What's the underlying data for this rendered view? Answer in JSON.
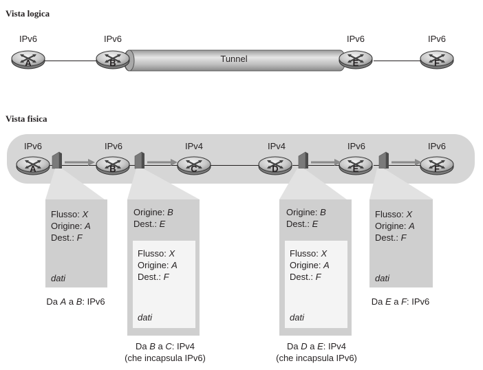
{
  "logical": {
    "title": "Vista logica",
    "tunnel_label": "Tunnel",
    "nodes": [
      {
        "id": "A",
        "proto": "IPv6"
      },
      {
        "id": "B",
        "proto": "IPv6"
      },
      {
        "id": "E",
        "proto": "IPv6"
      },
      {
        "id": "F",
        "proto": "IPv6"
      }
    ]
  },
  "physical": {
    "title": "Vista fisica",
    "nodes": [
      {
        "id": "A",
        "proto": "IPv6"
      },
      {
        "id": "B",
        "proto": "IPv6"
      },
      {
        "id": "C",
        "proto": "IPv4"
      },
      {
        "id": "D",
        "proto": "IPv4"
      },
      {
        "id": "E",
        "proto": "IPv6"
      },
      {
        "id": "F",
        "proto": "IPv6"
      }
    ]
  },
  "packets": {
    "ab": {
      "flow_label": "Flusso:",
      "flow_val": "X",
      "src_label": "Origine:",
      "src_val": "A",
      "dst_label": "Dest.:",
      "dst_val": "F",
      "data": "dati",
      "cap_pre": "Da ",
      "cap_from": "A",
      "cap_mid": " a ",
      "cap_to": "B",
      "cap_post": ": IPv6"
    },
    "bc": {
      "outer_src_label": "Origine:",
      "outer_src_val": "B",
      "outer_dst_label": "Dest.:",
      "outer_dst_val": "E",
      "flow_label": "Flusso:",
      "flow_val": "X",
      "src_label": "Origine:",
      "src_val": "A",
      "dst_label": "Dest.:",
      "dst_val": "F",
      "data": "dati",
      "cap_pre": "Da ",
      "cap_from": "B",
      "cap_mid": " a ",
      "cap_to": "C",
      "cap_post": ": IPv4",
      "cap_line2": "(che incapsula IPv6)"
    },
    "de": {
      "outer_src_label": "Origine:",
      "outer_src_val": "B",
      "outer_dst_label": "Dest.:",
      "outer_dst_val": "E",
      "flow_label": "Flusso:",
      "flow_val": "X",
      "src_label": "Origine:",
      "src_val": "A",
      "dst_label": "Dest.:",
      "dst_val": "F",
      "data": "dati",
      "cap_pre": "Da ",
      "cap_from": "D",
      "cap_mid": " a ",
      "cap_to": "E",
      "cap_post": ": IPv4",
      "cap_line2": "(che incapsula IPv6)"
    },
    "ef": {
      "flow_label": "Flusso:",
      "flow_val": "X",
      "src_label": "Origine:",
      "src_val": "A",
      "dst_label": "Dest.:",
      "dst_val": "F",
      "data": "dati",
      "cap_pre": "Da ",
      "cap_from": "E",
      "cap_mid": " a ",
      "cap_to": "F",
      "cap_post": ": IPv6"
    }
  }
}
